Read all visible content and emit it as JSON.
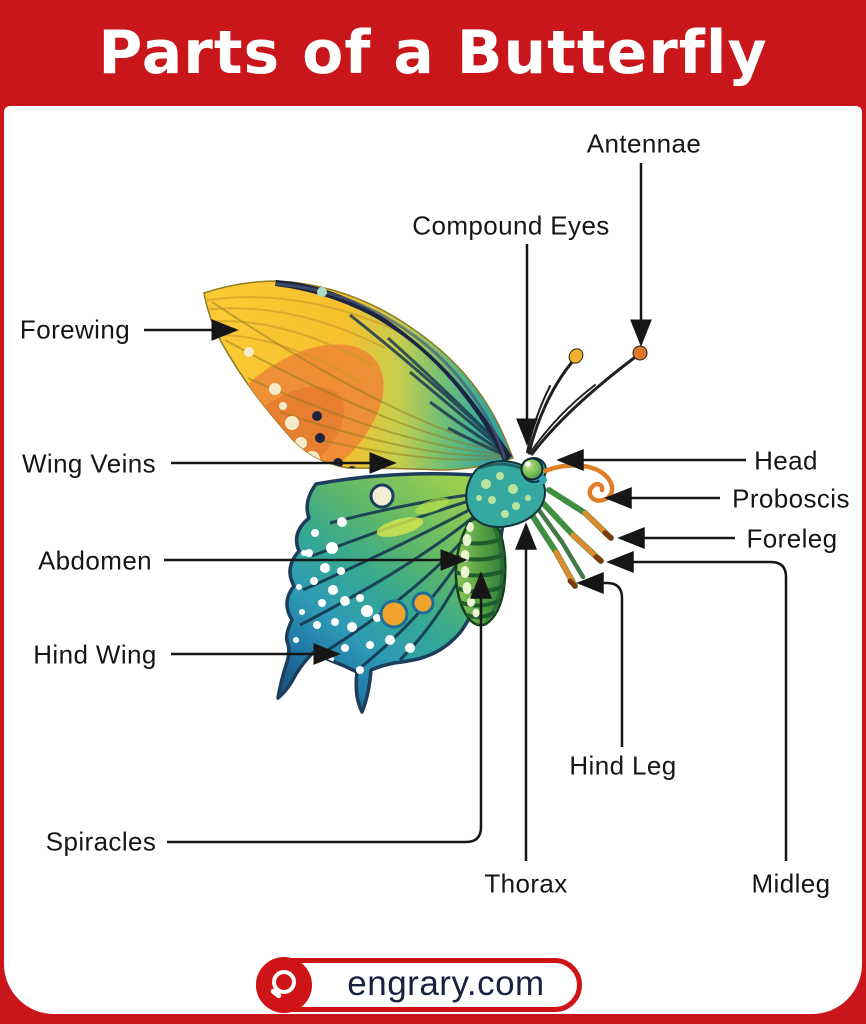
{
  "header": {
    "title": "Parts of a Butterfly"
  },
  "diagram": {
    "subject": "butterfly side view",
    "labels": {
      "antennae": "Antennae",
      "compound_eyes": "Compound Eyes",
      "forewing": "Forewing",
      "wing_veins": "Wing Veins",
      "abdomen": "Abdomen",
      "hind_wing": "Hind Wing",
      "head": "Head",
      "proboscis": "Proboscis",
      "foreleg": "Foreleg",
      "hind_leg": "Hind Leg",
      "spiracles": "Spiracles",
      "thorax": "Thorax",
      "midleg": "Midleg"
    }
  },
  "footer": {
    "site": "engrary.com",
    "icon": "search-icon"
  },
  "colors": {
    "frame_red": "#C9161A",
    "logo_red": "#CE1417",
    "label_text": "#161616",
    "site_text": "#1A2140",
    "wing_navy": "#1B2440",
    "wing_yellow": "#F8C42F",
    "wing_orange": "#EE8A36",
    "wing_green": "#9ACF4D",
    "wing_teal": "#2E9BB5",
    "wing_blue": "#1A5A86",
    "body_green": "#57A344",
    "leg_orange": "#E08A2C"
  }
}
